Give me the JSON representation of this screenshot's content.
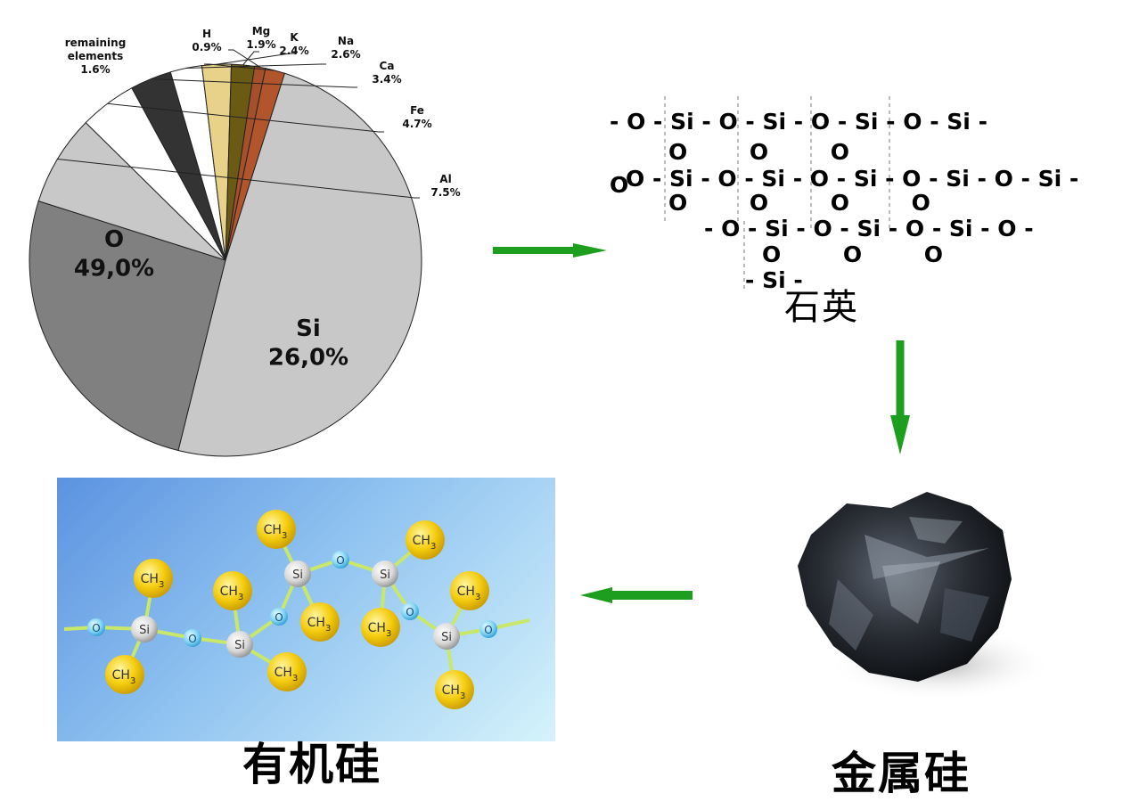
{
  "chart_data": {
    "type": "pie",
    "slices": [
      {
        "label": "O",
        "value": 49.0,
        "display": "49,0%",
        "color": "#c8c8c8"
      },
      {
        "label": "Si",
        "value": 26.0,
        "display": "26,0%",
        "color": "#808080"
      },
      {
        "label": "Al",
        "value": 7.5,
        "display": "7.5%",
        "color": "#c8c8c8"
      },
      {
        "label": "Fe",
        "value": 4.7,
        "display": "4.7%",
        "color": "#ffffff"
      },
      {
        "label": "Ca",
        "value": 3.4,
        "display": "3.4%",
        "color": "#333333"
      },
      {
        "label": "Na",
        "value": 2.6,
        "display": "2.6%",
        "color": "#ffffff"
      },
      {
        "label": "K",
        "value": 2.4,
        "display": "2.4%",
        "color": "#e8d28a"
      },
      {
        "label": "Mg",
        "value": 1.9,
        "display": "1.9%",
        "color": "#6b5a14"
      },
      {
        "label": "H",
        "value": 0.9,
        "display": "0.9%",
        "color": "#a5502a"
      },
      {
        "label": "remaining elements",
        "label_lines": [
          "remaining",
          "elements"
        ],
        "value": 1.6,
        "display": "1.6%",
        "color": "#b2552c"
      }
    ]
  },
  "quartz": {
    "rows": [
      "- O - Si - O - Si - O - Si - O - Si -",
      "O        O        O",
      "O - Si - O - Si - O - Si - O - Si - O - Si -",
      "O        O        O        O",
      "- O - Si - O - Si - O - Si - O -",
      "O        O        O",
      "- Si -"
    ],
    "stray_o": "O",
    "name": "石英"
  },
  "captions": {
    "organosilicon": "有机硅",
    "metal_silicon": "金属硅"
  },
  "molecule": {
    "si_label": "Si",
    "o_label": "O",
    "methyl_main": "CH",
    "methyl_sub": "3"
  },
  "colors": {
    "arrow": "#1e9e1e",
    "methyl": "#f5cd10",
    "oxygen": "#7fd3f5",
    "bond": "#c9e86a"
  }
}
